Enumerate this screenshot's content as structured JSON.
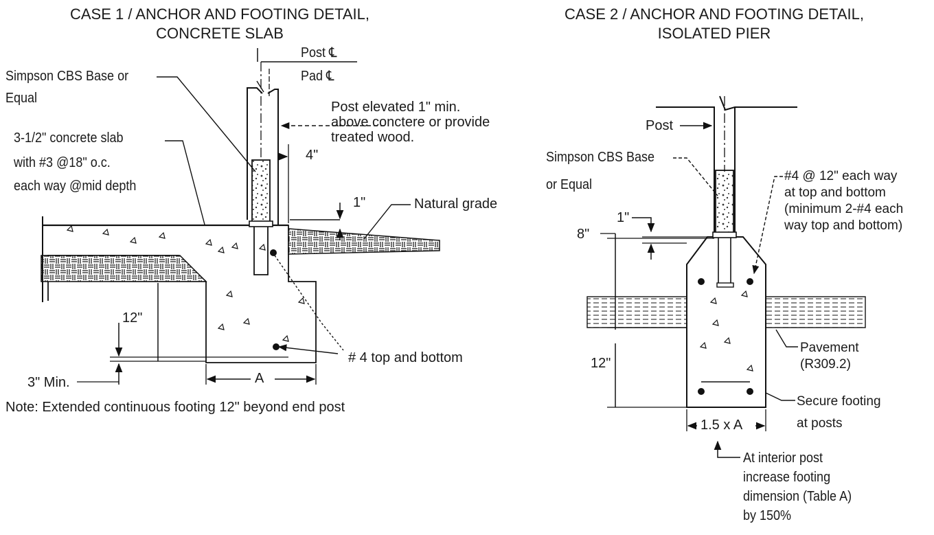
{
  "case1": {
    "title_line1": "CASE 1 / ANCHOR AND FOOTING DETAIL,",
    "title_line2": "CONCRETE SLAB",
    "post_cl": "Post ℄",
    "pad_cl": "Pad ℄",
    "base_line1": "Simpson CBS Base or",
    "base_line2": "Equal",
    "elev_line1": "Post elevated 1\" min.",
    "elev_line2": "above conctere or provide",
    "elev_line3": "treated wood.",
    "dim_4": "4\"",
    "slab_line1": "3-1/2\" concrete slab",
    "slab_line2": "with #3 @18\" o.c.",
    "slab_line3": "each way @mid depth",
    "dim_1": "1\"",
    "natural_grade": "Natural grade",
    "dim_12": "12\"",
    "rebar": "# 4 top and bottom",
    "dim_3min": "3\" Min.",
    "dim_a": "A",
    "note": "Note: Extended continuous footing 12\" beyond end post"
  },
  "case2": {
    "title_line1": "CASE 2 / ANCHOR AND FOOTING DETAIL,",
    "title_line2": "ISOLATED PIER",
    "post": "Post",
    "base_line1": "Simpson CBS Base",
    "base_line2": "or Equal",
    "rebar_line1": "#4 @ 12\" each way",
    "rebar_line2": "at top and bottom",
    "rebar_line3": "(minimum 2-#4 each",
    "rebar_line4": "way top and bottom)",
    "dim_1": "1\"",
    "dim_8": "8\"",
    "dim_12": "12\"",
    "pav_line1": "Pavement",
    "pav_line2": "(R309.2)",
    "secure_line1": "Secure footing",
    "secure_line2": "at posts",
    "dim_width": "1.5 x A",
    "interior_line1": "At interior post",
    "interior_line2": "increase footing",
    "interior_line3": "dimension (Table A)",
    "interior_line4": "by 150%"
  }
}
